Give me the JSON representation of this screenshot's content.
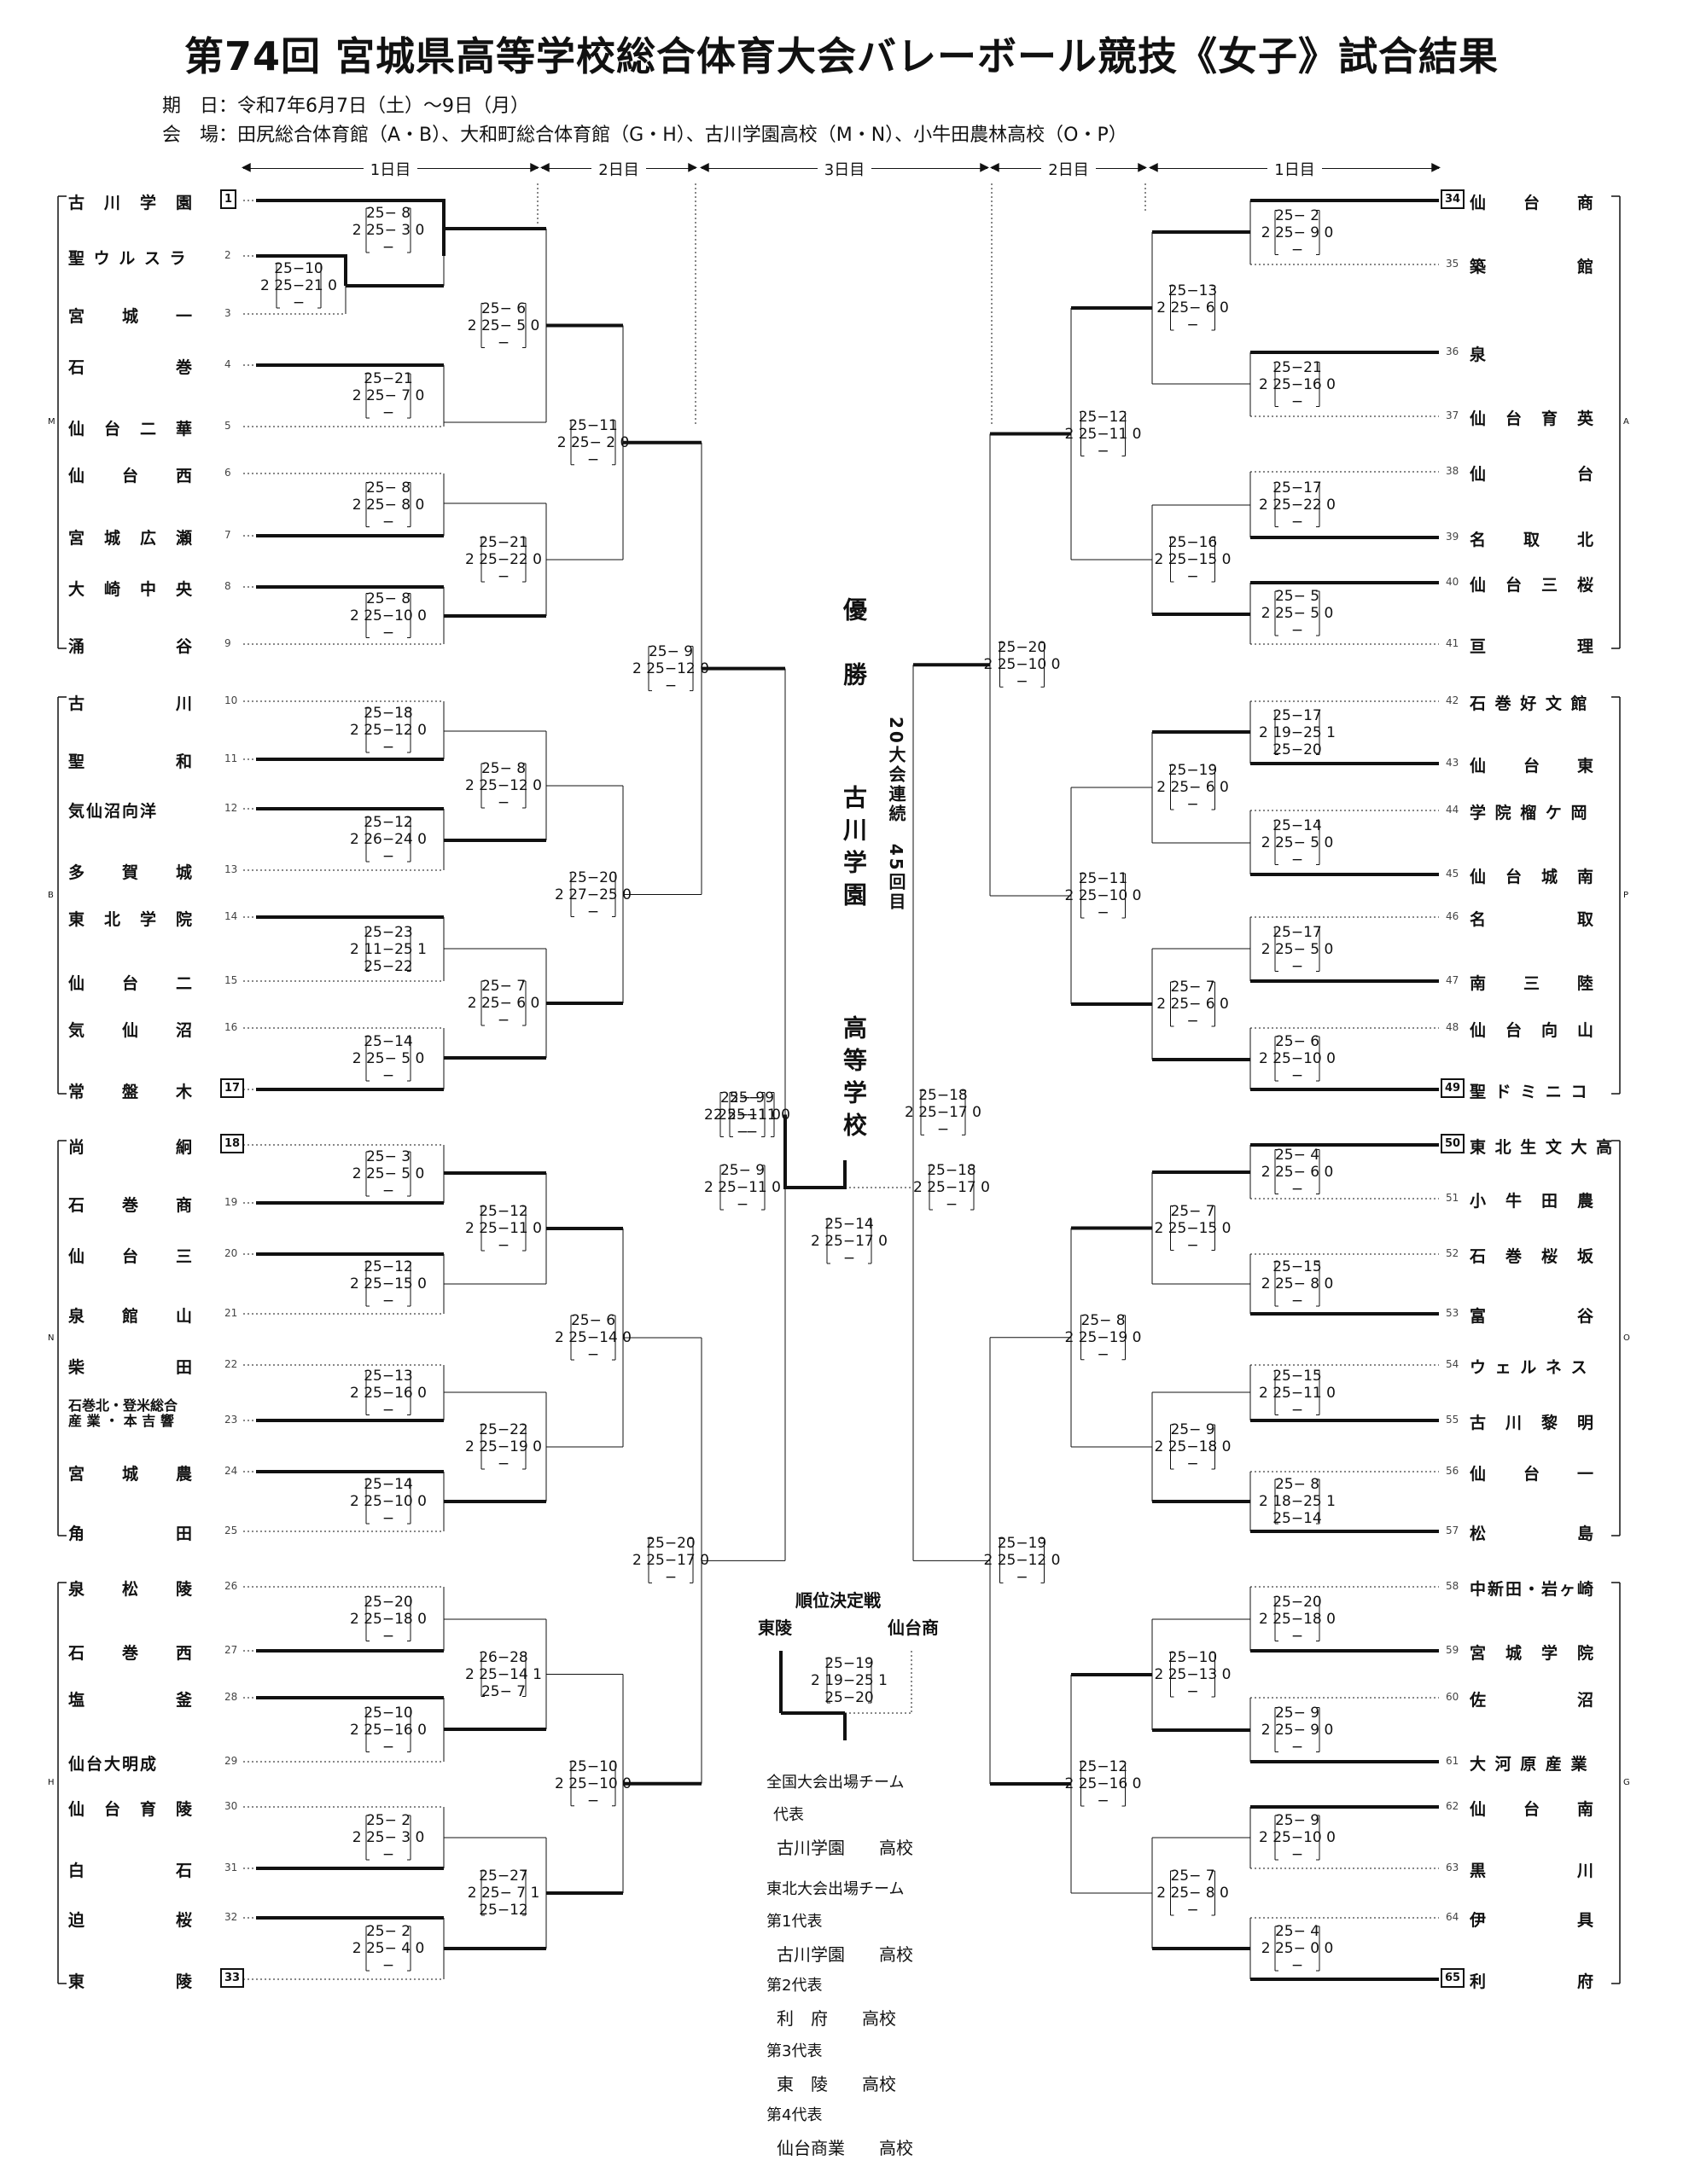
{
  "title": "第74回 宮城県高等学校総合体育大会バレーボール競技《女子》試合結果",
  "info": {
    "dates": "期　日：令和7年6月7日（土）〜9日（月）",
    "venues": "会　場：田尻総合体育館（A・B）、大和町総合体育館（G・H）、古川学園高校（M・N）、小牛田農林高校（O・P）"
  },
  "days": {
    "d1": "1日目",
    "d2": "2日目",
    "d3": "3日目"
  },
  "left_teams": [
    {
      "name": "古　川　学　園",
      "num": "1",
      "seeded": true
    },
    {
      "name": "聖 ウ ル ス ラ",
      "num": "2"
    },
    {
      "name": "宮　　城　　一",
      "num": "3"
    },
    {
      "name": "石　　　　　巻",
      "num": "4"
    },
    {
      "name": "仙　台　二　華",
      "num": "5"
    },
    {
      "name": "仙　　台　　西",
      "num": "6"
    },
    {
      "name": "宮　城　広　瀬",
      "num": "7"
    },
    {
      "name": "大　崎　中　央",
      "num": "8"
    },
    {
      "name": "涌　　　　　谷",
      "num": "9"
    },
    {
      "name": "古　　　　　川",
      "num": "10"
    },
    {
      "name": "聖　　　　　和",
      "num": "11"
    },
    {
      "name": "気仙沼向洋",
      "num": "12"
    },
    {
      "name": "多　　賀　　城",
      "num": "13"
    },
    {
      "name": "東　北　学　院",
      "num": "14"
    },
    {
      "name": "仙　　台　　二",
      "num": "15"
    },
    {
      "name": "気　　仙　　沼",
      "num": "16"
    },
    {
      "name": "常　　盤　　木",
      "num": "17",
      "seeded": true
    },
    {
      "name": "尚　　　　　絅",
      "num": "18",
      "seeded": true
    },
    {
      "name": "石　　巻　　商",
      "num": "19"
    },
    {
      "name": "仙　　台　　三",
      "num": "20"
    },
    {
      "name": "泉　　館　　山",
      "num": "21"
    },
    {
      "name": "柴　　　　　田",
      "num": "22"
    },
    {
      "name": "石巻北・登米総合\n産 業 ・ 本 吉 響",
      "num": "23",
      "small": true
    },
    {
      "name": "宮　　城　　農",
      "num": "24"
    },
    {
      "name": "角　　　　　田",
      "num": "25"
    },
    {
      "name": "泉　　松　　陵",
      "num": "26"
    },
    {
      "name": "石　　巻　　西",
      "num": "27"
    },
    {
      "name": "塩　　　　　釜",
      "num": "28"
    },
    {
      "name": "仙台大明成",
      "num": "29"
    },
    {
      "name": "仙　台　育　陵",
      "num": "30"
    },
    {
      "name": "白　　　　　石",
      "num": "31"
    },
    {
      "name": "迫　　　　　桜",
      "num": "32"
    },
    {
      "name": "東　　　　　陵",
      "num": "33",
      "seeded": true
    }
  ],
  "right_teams": [
    {
      "name": "仙　　台　　商",
      "num": "34",
      "seeded": true
    },
    {
      "name": "築　　　　　館",
      "num": "35"
    },
    {
      "name": "泉",
      "num": "36"
    },
    {
      "name": "仙　台　育　英",
      "num": "37"
    },
    {
      "name": "仙　　　　　台",
      "num": "38"
    },
    {
      "name": "名　　取　　北",
      "num": "39"
    },
    {
      "name": "仙　台　三　桜",
      "num": "40"
    },
    {
      "name": "亘　　　　　理",
      "num": "41"
    },
    {
      "name": "石 巻 好 文 館",
      "num": "42"
    },
    {
      "name": "仙　　台　　東",
      "num": "43"
    },
    {
      "name": "学 院 榴 ケ 岡",
      "num": "44"
    },
    {
      "name": "仙　台　城　南",
      "num": "45"
    },
    {
      "name": "名　　　　　取",
      "num": "46"
    },
    {
      "name": "南　　三　　陸",
      "num": "47"
    },
    {
      "name": "仙　台　向　山",
      "num": "48"
    },
    {
      "name": "聖 ド ミ ニ コ",
      "num": "49",
      "seeded": true
    },
    {
      "name": "東 北 生 文 大 高",
      "num": "50",
      "seeded": true
    },
    {
      "name": "小　牛　田　農",
      "num": "51"
    },
    {
      "name": "石　巻　桜　坂",
      "num": "52"
    },
    {
      "name": "富　　　　　谷",
      "num": "53"
    },
    {
      "name": "ウ ェ ル ネ ス",
      "num": "54"
    },
    {
      "name": "古　川　黎　明",
      "num": "55"
    },
    {
      "name": "仙　　台　　一",
      "num": "56"
    },
    {
      "name": "松　　　　　島",
      "num": "57"
    },
    {
      "name": "中新田・岩ヶ崎",
      "num": "58"
    },
    {
      "name": "宮　城　学　院",
      "num": "59"
    },
    {
      "name": "佐　　　　　沼",
      "num": "60"
    },
    {
      "name": "大 河 原 産 業",
      "num": "61"
    },
    {
      "name": "仙　　台　　南",
      "num": "62"
    },
    {
      "name": "黒　　　　　川",
      "num": "63"
    },
    {
      "name": "伊　　　　　具",
      "num": "64"
    },
    {
      "name": "利　　　　　府",
      "num": "65",
      "seeded": true
    }
  ],
  "left_blocks": [
    "M",
    "B",
    "N",
    "H"
  ],
  "right_blocks": [
    "A",
    "P",
    "O",
    "G"
  ],
  "scores": [
    {
      "id": "L_r0",
      "lines": [
        "25−10",
        "2 25−21 0",
        "−"
      ]
    },
    {
      "id": "L_1",
      "lines": [
        "25− 8",
        "2 25− 3 0",
        "−"
      ]
    },
    {
      "id": "L_4",
      "lines": [
        "25−21",
        "2 25− 7 0",
        "−"
      ]
    },
    {
      "id": "L_6",
      "lines": [
        "25− 8",
        "2 25− 8 0",
        "−"
      ]
    },
    {
      "id": "L_8",
      "lines": [
        "25− 8",
        "2 25−10 0",
        "−"
      ]
    },
    {
      "id": "L_10",
      "lines": [
        "25−18",
        "2 25−12 0",
        "−"
      ]
    },
    {
      "id": "L_12",
      "lines": [
        "25−12",
        "2 26−24 0",
        "−"
      ]
    },
    {
      "id": "L_14",
      "lines": [
        "25−23",
        "2 11−25 1",
        "25−22"
      ]
    },
    {
      "id": "L_16",
      "lines": [
        "25−14",
        "2 25− 5 0",
        "−"
      ]
    },
    {
      "id": "L_18",
      "lines": [
        "25− 3",
        "2 25− 5 0",
        "−"
      ]
    },
    {
      "id": "L_20",
      "lines": [
        "25−12",
        "2 25−15 0",
        "−"
      ]
    },
    {
      "id": "L_22",
      "lines": [
        "25−13",
        "2 25−16 0",
        "−"
      ]
    },
    {
      "id": "L_24",
      "lines": [
        "25−14",
        "2 25−10 0",
        "−"
      ]
    },
    {
      "id": "L_26",
      "lines": [
        "25−20",
        "2 25−18 0",
        "−"
      ]
    },
    {
      "id": "L_28",
      "lines": [
        "25−10",
        "2 25−16 0",
        "−"
      ]
    },
    {
      "id": "L_30",
      "lines": [
        "25− 2",
        "2 25− 3 0",
        "−"
      ]
    },
    {
      "id": "L_32",
      "lines": [
        "25− 2",
        "2 25− 4 0",
        "−"
      ]
    },
    {
      "id": "L_q1",
      "lines": [
        "25− 6",
        "2 25− 5 0",
        "−"
      ]
    },
    {
      "id": "L_q2",
      "lines": [
        "25−21",
        "2 25−22 0",
        "−"
      ]
    },
    {
      "id": "L_q3",
      "lines": [
        "25− 8",
        "2 25−12 0",
        "−"
      ]
    },
    {
      "id": "L_q4",
      "lines": [
        "25− 7",
        "2 25− 6 0",
        "−"
      ]
    },
    {
      "id": "L_q5",
      "lines": [
        "25−12",
        "2 25−11 0",
        "−"
      ]
    },
    {
      "id": "L_q6",
      "lines": [
        "25−22",
        "2 25−19 0",
        "−"
      ]
    },
    {
      "id": "L_q7",
      "lines": [
        "26−28",
        "2 25−14 1",
        "25− 7"
      ]
    },
    {
      "id": "L_q8",
      "lines": [
        "25−27",
        "2 25− 7 1",
        "25−12"
      ]
    },
    {
      "id": "L_s1",
      "lines": [
        "25−11",
        "2 25− 2 0",
        "−"
      ]
    },
    {
      "id": "L_s2",
      "lines": [
        "25−20",
        "2 27−25 0",
        "−"
      ]
    },
    {
      "id": "L_s3",
      "lines": [
        "25− 6",
        "2 25−14 0",
        "−"
      ]
    },
    {
      "id": "L_s4",
      "lines": [
        "25−10",
        "2 25−10 0",
        "−"
      ]
    },
    {
      "id": "L_f1",
      "lines": [
        "25− 9",
        "2 25−12 0",
        "−"
      ]
    },
    {
      "id": "L_f2",
      "lines": [
        "25−20",
        "2 25−17 0",
        "−"
      ]
    },
    {
      "id": "L_sf",
      "lines": [
        "25− 9",
        "2 25−11 0",
        "−"
      ]
    },
    {
      "id": "R_1",
      "lines": [
        "25− 2",
        "2 25− 9 0",
        "−"
      ]
    },
    {
      "id": "R_3",
      "lines": [
        "25−21",
        "2 25−16 0",
        "−"
      ]
    },
    {
      "id": "R_5",
      "lines": [
        "25−17",
        "2 25−22 0",
        "−"
      ]
    },
    {
      "id": "R_7",
      "lines": [
        "25− 5",
        "2 25− 5 0",
        "−"
      ]
    },
    {
      "id": "R_9",
      "lines": [
        "25−17",
        "2 19−25 1",
        "25−20"
      ]
    },
    {
      "id": "R_11",
      "lines": [
        "25−14",
        "2 25− 5 0",
        "−"
      ]
    },
    {
      "id": "R_13",
      "lines": [
        "25−17",
        "2 25− 5 0",
        "−"
      ]
    },
    {
      "id": "R_15",
      "lines": [
        "25− 6",
        "2 25−10 0",
        "−"
      ]
    },
    {
      "id": "R_17",
      "lines": [
        "25− 4",
        "2 25− 6 0",
        "−"
      ]
    },
    {
      "id": "R_19",
      "lines": [
        "25−15",
        "2 25− 8 0",
        "−"
      ]
    },
    {
      "id": "R_21",
      "lines": [
        "25−15",
        "2 25−11 0",
        "−"
      ]
    },
    {
      "id": "R_23",
      "lines": [
        "25− 8",
        "2 18−25 1",
        "25−14"
      ]
    },
    {
      "id": "R_25",
      "lines": [
        "25−20",
        "2 25−18 0",
        "−"
      ]
    },
    {
      "id": "R_27",
      "lines": [
        "25− 9",
        "2 25− 9 0",
        "−"
      ]
    },
    {
      "id": "R_29",
      "lines": [
        "25− 9",
        "2 25−10 0",
        "−"
      ]
    },
    {
      "id": "R_31",
      "lines": [
        "25− 4",
        "2 25− 0 0",
        "−"
      ]
    },
    {
      "id": "R_q1",
      "lines": [
        "25−13",
        "2 25− 6 0",
        "−"
      ]
    },
    {
      "id": "R_q2",
      "lines": [
        "25−16",
        "2 25−15 0",
        "−"
      ]
    },
    {
      "id": "R_q3",
      "lines": [
        "25−19",
        "2 25− 6 0",
        "−"
      ]
    },
    {
      "id": "R_q4",
      "lines": [
        "25− 7",
        "2 25− 6 0",
        "−"
      ]
    },
    {
      "id": "R_q5",
      "lines": [
        "25− 7",
        "2 25−15 0",
        "−"
      ]
    },
    {
      "id": "R_q6",
      "lines": [
        "25− 9",
        "2 25−18 0",
        "−"
      ]
    },
    {
      "id": "R_q7",
      "lines": [
        "25−10",
        "2 25−13 0",
        "−"
      ]
    },
    {
      "id": "R_q8",
      "lines": [
        "25− 7",
        "2 25− 8 0",
        "−"
      ]
    },
    {
      "id": "R_s1",
      "lines": [
        "25−12",
        "2 25−11 0",
        "−"
      ]
    },
    {
      "id": "R_s2",
      "lines": [
        "25−11",
        "2 25−10 0",
        "−"
      ]
    },
    {
      "id": "R_s3",
      "lines": [
        "25− 8",
        "2 25−19 0",
        "−"
      ]
    },
    {
      "id": "R_s4",
      "lines": [
        "25−12",
        "2 25−16 0",
        "−"
      ]
    },
    {
      "id": "R_f1",
      "lines": [
        "25−20",
        "2 25−10 0",
        "−"
      ]
    },
    {
      "id": "R_f2",
      "lines": [
        "25−19",
        "2 25−12 0",
        "−"
      ]
    },
    {
      "id": "R_sf",
      "lines": [
        "25−18",
        "2 25−17 0",
        "−"
      ]
    },
    {
      "id": "F",
      "lines": [
        "25−14",
        "2 25−17 0",
        "−"
      ]
    },
    {
      "id": "P3",
      "lines": [
        "25−19",
        "2 19−25 1",
        "25−20"
      ]
    }
  ],
  "center": {
    "champion_label": "優　勝",
    "champion_name": "古川学園",
    "champion_suffix": "高等学校",
    "streak": "20大会連続　45回目"
  },
  "placement": {
    "title": "順位決定戦",
    "left": "東陵",
    "right": "仙台商"
  },
  "representatives": {
    "national_head": "全国大会出場チーム",
    "national_sub": "代表",
    "national_team": "古川学園　　高校",
    "tohoku_head": "東北大会出場チーム",
    "tohoku": [
      {
        "label": "第1代表",
        "team": "古川学園　　高校"
      },
      {
        "label": "第2代表",
        "team": "利　府　　高校"
      },
      {
        "label": "第3代表",
        "team": "東　陵　　高校"
      },
      {
        "label": "第4代表",
        "team": "仙台商業　　高校"
      }
    ]
  }
}
